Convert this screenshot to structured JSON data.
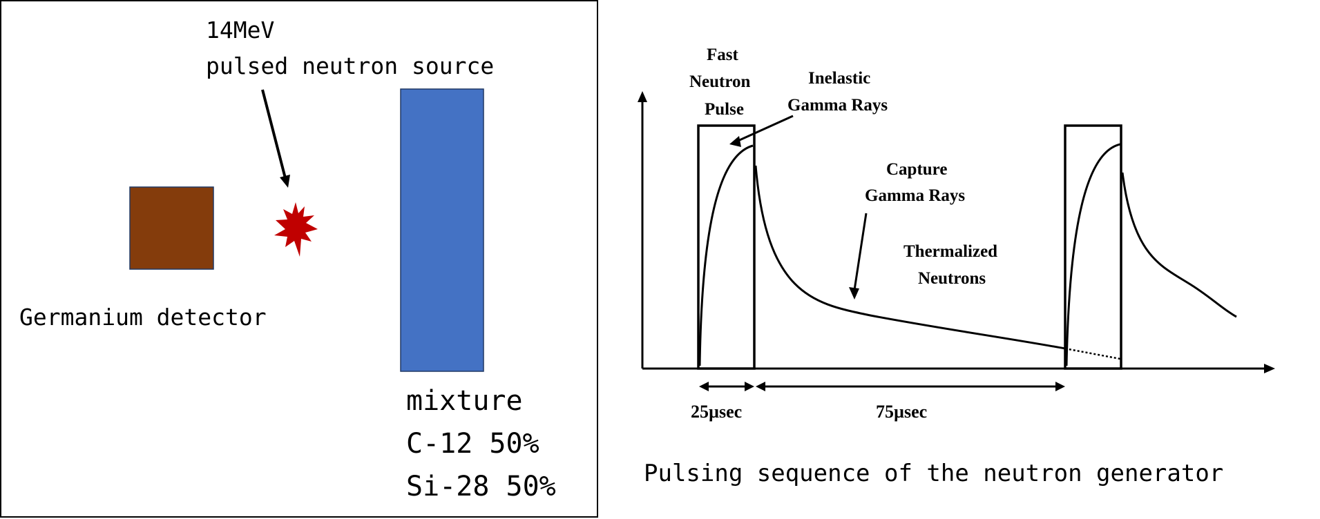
{
  "left_panel": {
    "source_label_line1": "14MeV",
    "source_label_line2": "pulsed neutron source",
    "detector_label": "Germanium detector",
    "mixture_title": "mixture",
    "mixture_c12": "C-12 50%",
    "mixture_si28": "Si-28 50%",
    "colors": {
      "detector": "#843C0C",
      "sample": "#4472C4",
      "source_burst": "#C00000"
    }
  },
  "right_panel": {
    "fast_pulse_line1": "Fast",
    "fast_pulse_line2": "Neutron",
    "fast_pulse_line3": "Pulse",
    "inelastic_line1": "Inelastic",
    "inelastic_line2": "Gamma Rays",
    "capture_line1": "Capture",
    "capture_line2": "Gamma Rays",
    "thermal_line1": "Thermalized",
    "thermal_line2": "Neutrons",
    "pulse_width": "25µsec",
    "pulse_gap": "75µsec",
    "caption": "Pulsing sequence of the neutron generator"
  }
}
